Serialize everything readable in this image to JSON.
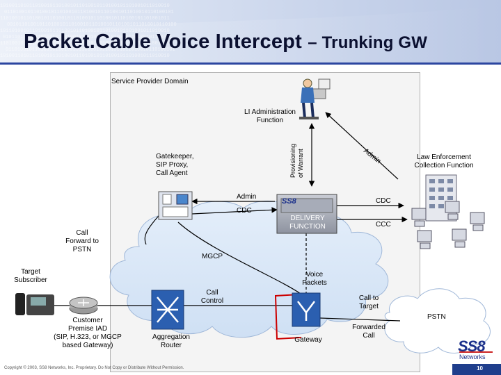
{
  "slide": {
    "title_main": "Packet.Cable Voice Intercept",
    "title_sub": "– Trunking GW",
    "page_number": "10",
    "copyright": "Copyright © 2003, SS8 Networks, Inc. Proprietary. Do Not Copy or Distribute Without Permission."
  },
  "diagram": {
    "domain_label": "Service Provider Domain",
    "li_admin": "LI Administration\nFunction",
    "provisioning": "Provisioning\nof Warrant",
    "gatekeeper": "Gatekeeper,\nSIP Proxy,\nCall Agent",
    "admin_left": "Admin",
    "admin_right": "Admin",
    "cdc_left": "CDC",
    "cdc_right": "CDC",
    "ccc": "CCC",
    "delivery": "DELIVERY\nFUNCTION",
    "ss8_box": "SS8",
    "lea": "Law Enforcement\nCollection Function",
    "call_forward": "Call\nForward to\nPSTN",
    "mgcp": "MGCP",
    "target_subscriber": "Target\nSubscriber",
    "voice_packets": "Voice\nPackets",
    "call_control": "Call\nControl",
    "call_to_target": "Call to\nTarget",
    "pstn": "PSTN",
    "customer_iad": "Customer\nPremise IAD\n(SIP, H.323, or MGCP\nbased Gateway)",
    "aggregation_router": "Aggregation\nRouter",
    "gateway": "Gateway",
    "forwarded_call": "Forwarded\nCall"
  },
  "logo": {
    "brand": "SS8",
    "tagline": "Networks"
  },
  "colors": {
    "title": "#0b1030",
    "rule": "#2c46a0",
    "link": "#000000",
    "gateway_link": "#cc0000",
    "cloud": "#d9e7f7",
    "router": "#2b5fb0"
  }
}
